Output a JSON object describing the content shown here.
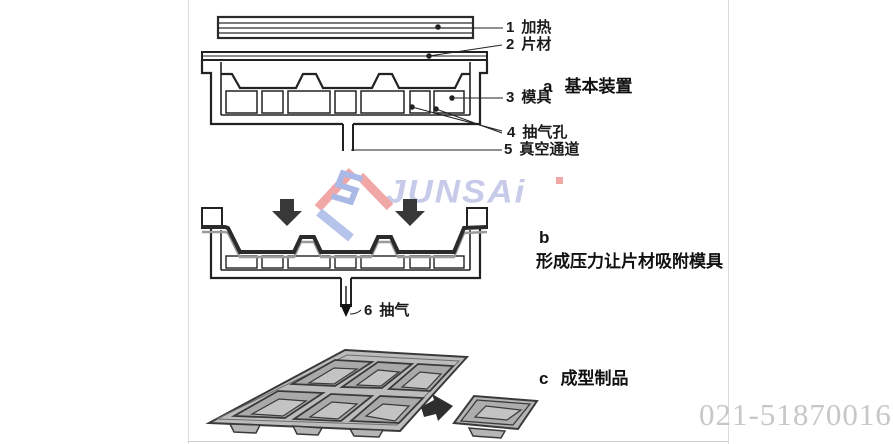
{
  "watermark": {
    "brand": "JUNSAi",
    "pink": "#f2a7a7",
    "blue": "#afbde8"
  },
  "phone": "021-51870016",
  "figure": {
    "section_a": {
      "letter": "a",
      "title": "基本装置",
      "callouts": [
        {
          "num": "1",
          "label": "加热"
        },
        {
          "num": "2",
          "label": "片材"
        },
        {
          "num": "3",
          "label": "模具"
        },
        {
          "num": "4",
          "label": "抽气孔"
        },
        {
          "num": "5",
          "label": "真空通道"
        }
      ]
    },
    "section_b": {
      "letter": "b",
      "title": "形成压力让片材吸附模具",
      "callouts": [
        {
          "num": "6",
          "label": "抽气"
        }
      ]
    },
    "section_c": {
      "letter": "c",
      "title": "成型制品"
    }
  }
}
